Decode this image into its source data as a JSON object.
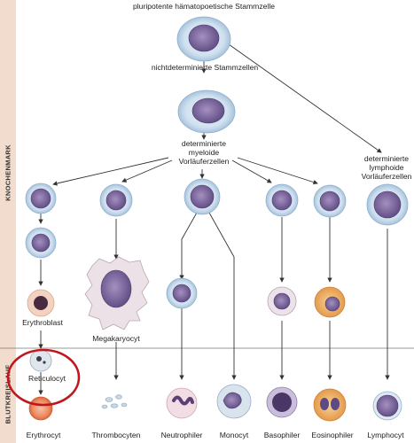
{
  "sidebar": {
    "top_label": "KNOCHENMARK",
    "bottom_label": "BLUTKREISLAUF"
  },
  "nodes": {
    "pluripotent": "pluripotente hämatopoetische Stammzelle",
    "uncommitted": "nichtdeterminierte Stammzellen",
    "myeloid": [
      "determinierte",
      "myeloide",
      "Vorläuferzellen"
    ],
    "lymphoid": [
      "determinierte",
      "lymphoide",
      "Vorläuferzellen"
    ],
    "erythroblast": "Erythroblast",
    "megakaryocyte": "Megakaryocyt",
    "reticulocyte": "Reticulocyt",
    "erythrocyte": "Erythrocyt",
    "thrombocytes": "Thrombocyten",
    "neutrophil": "Neutrophiler",
    "monocyte": "Monocyt",
    "basophil": "Basophiler",
    "eosinophil": "Eosinophiler",
    "lymphocyte": "Lymphocyt"
  },
  "colors": {
    "sidebar": "#f2dccd",
    "highlight_circle": "#c0171f",
    "cell_halo": "#cfe0ef",
    "nucleus": "#7d6aa0",
    "arrow": "#333333"
  }
}
